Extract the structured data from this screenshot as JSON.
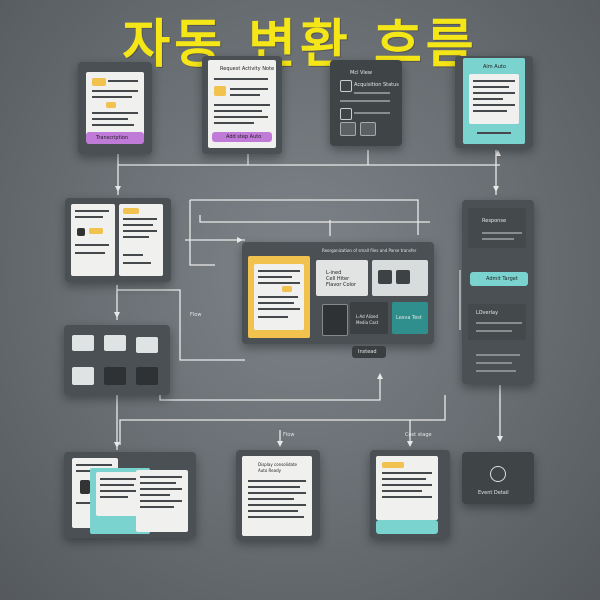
{
  "title": "자동 변환 흐름",
  "colors": {
    "title": "#f5e617",
    "background": "#6b7175",
    "card": "#4b5054",
    "teal": "#7ad3cf",
    "yellow": "#f2c24f",
    "purple": "#c07ad8",
    "wire": "#e8e8e8"
  },
  "top_row": {
    "card1_label": "Transcription",
    "card2_header": "Request Activity Note",
    "card2_label": "Add step Auto",
    "card3_header": "Mcl View",
    "card3_sub": "Acquisition Status",
    "card4_header": "Aim Auto"
  },
  "center_panel": {
    "header": "Reorganization of small files and Parse transfer",
    "sub_button": "Instead",
    "text_a": "L-ined\nCell Hiter\nFlavor Color",
    "text_b": "L-Ad Alized\nMedia Cast",
    "teal_label": "Lesva Test"
  },
  "right_column": {
    "item1": "Response",
    "pill": "Admit Target",
    "item3": "LOverlay",
    "bottom_label": "Event Detail"
  },
  "mid_labels": {
    "left": "Flow",
    "lower1": "Flow",
    "lower2": "Cost stage"
  },
  "bottom_row": {
    "card2_header": "Display consolidate Auto Ready"
  },
  "icons": [
    "document-icon",
    "image-icon",
    "link-icon",
    "location-pin-icon"
  ]
}
